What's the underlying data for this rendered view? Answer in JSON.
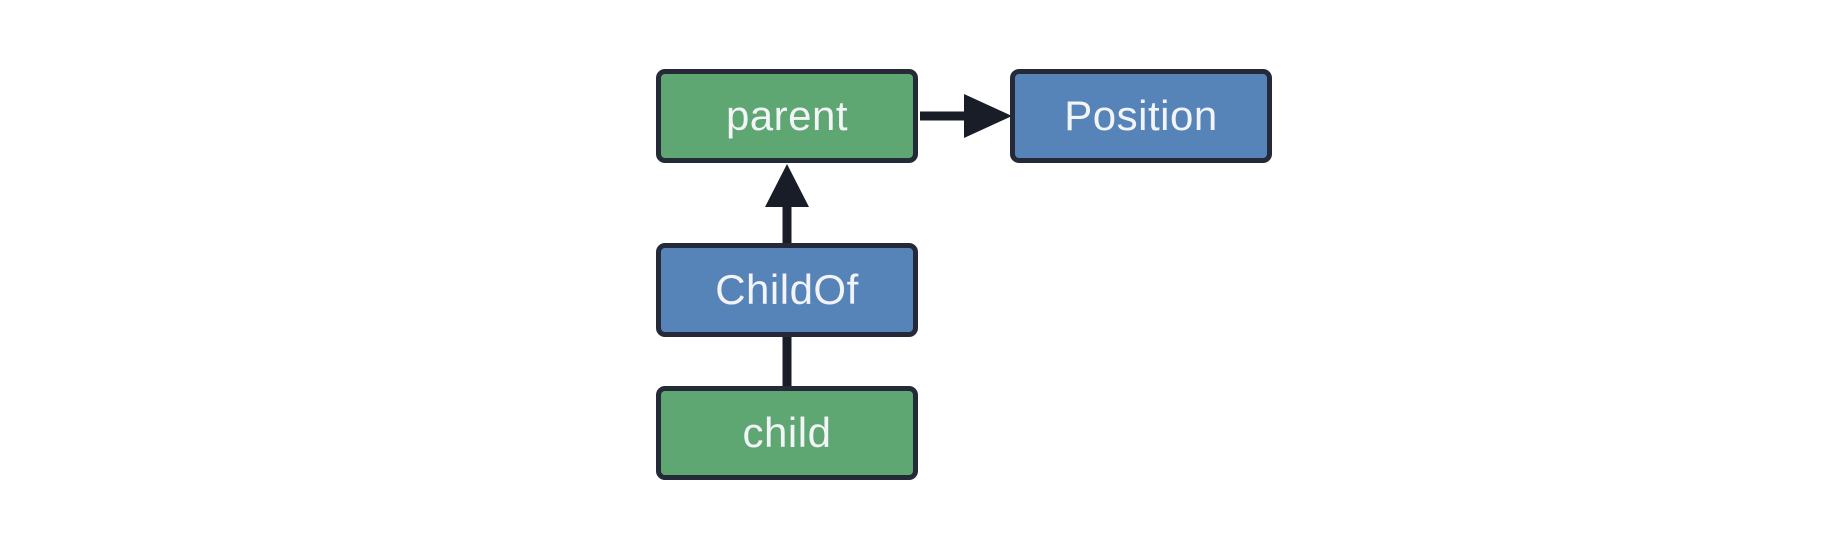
{
  "diagram": {
    "background_color": "#ffffff",
    "node_border_color": "#242a38",
    "edge_color": "#191d28",
    "label_color": "#f3f4f8",
    "entity_fill_color": "#5ea672",
    "component_fill_color": "#5784b8",
    "nodes": [
      {
        "id": "parent",
        "label": "parent",
        "kind": "entity"
      },
      {
        "id": "Position",
        "label": "Position",
        "kind": "component"
      },
      {
        "id": "ChildOf",
        "label": "ChildOf",
        "kind": "component"
      },
      {
        "id": "child",
        "label": "child",
        "kind": "entity"
      }
    ],
    "edges": [
      {
        "from": "parent",
        "to": "Position",
        "style": "arrow",
        "direction": "right"
      },
      {
        "from": "ChildOf",
        "to": "parent",
        "style": "arrow",
        "direction": "up"
      },
      {
        "from": "child",
        "to": "ChildOf",
        "style": "line",
        "direction": "up"
      }
    ]
  }
}
